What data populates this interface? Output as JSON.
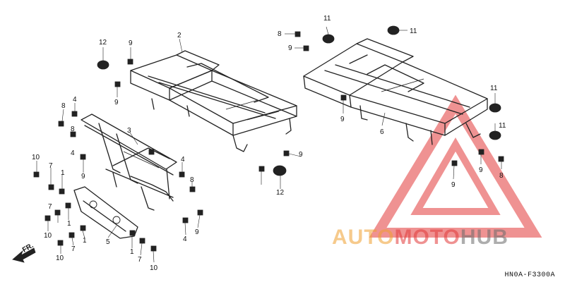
{
  "diagram": {
    "code": "HN0A-F3300A",
    "direction_label": "FR.",
    "callouts": [
      {
        "id": "c1",
        "text": "12"
      },
      {
        "id": "c2",
        "text": "9"
      },
      {
        "id": "c3",
        "text": "2"
      },
      {
        "id": "c4",
        "text": "9"
      },
      {
        "id": "c5",
        "text": "8"
      },
      {
        "id": "c6",
        "text": "4"
      },
      {
        "id": "c7",
        "text": "8"
      },
      {
        "id": "c8",
        "text": "3"
      },
      {
        "id": "c9",
        "text": "4"
      },
      {
        "id": "c10",
        "text": "9"
      },
      {
        "id": "c11",
        "text": "10"
      },
      {
        "id": "c12",
        "text": "7"
      },
      {
        "id": "c13",
        "text": "1"
      },
      {
        "id": "c14",
        "text": "4"
      },
      {
        "id": "c15",
        "text": "8"
      },
      {
        "id": "c16",
        "text": "9"
      },
      {
        "id": "c17",
        "text": "12"
      },
      {
        "id": "c18",
        "text": "7"
      },
      {
        "id": "c19",
        "text": "1"
      },
      {
        "id": "c20",
        "text": "10"
      },
      {
        "id": "c21",
        "text": "7"
      },
      {
        "id": "c22",
        "text": "1"
      },
      {
        "id": "c23",
        "text": "10"
      },
      {
        "id": "c24",
        "text": "5"
      },
      {
        "id": "c25",
        "text": "1"
      },
      {
        "id": "c26",
        "text": "7"
      },
      {
        "id": "c27",
        "text": "10"
      },
      {
        "id": "c28",
        "text": "4"
      },
      {
        "id": "c29",
        "text": "9"
      },
      {
        "id": "c30",
        "text": "11"
      },
      {
        "id": "c31",
        "text": "8"
      },
      {
        "id": "c32",
        "text": "11"
      },
      {
        "id": "c33",
        "text": "9"
      },
      {
        "id": "c34",
        "text": "9"
      },
      {
        "id": "c35",
        "text": "6"
      },
      {
        "id": "c36",
        "text": "11"
      },
      {
        "id": "c37",
        "text": "11"
      },
      {
        "id": "c38",
        "text": "9"
      },
      {
        "id": "c39",
        "text": "8"
      },
      {
        "id": "c40",
        "text": "9"
      }
    ]
  },
  "watermark": {
    "part1": "AUTO",
    "part2": "MOTO",
    "part3": "HUB",
    "colors": {
      "orange": "#f0a030",
      "red": "#e23a3a",
      "gray": "#6b6b6b"
    }
  }
}
